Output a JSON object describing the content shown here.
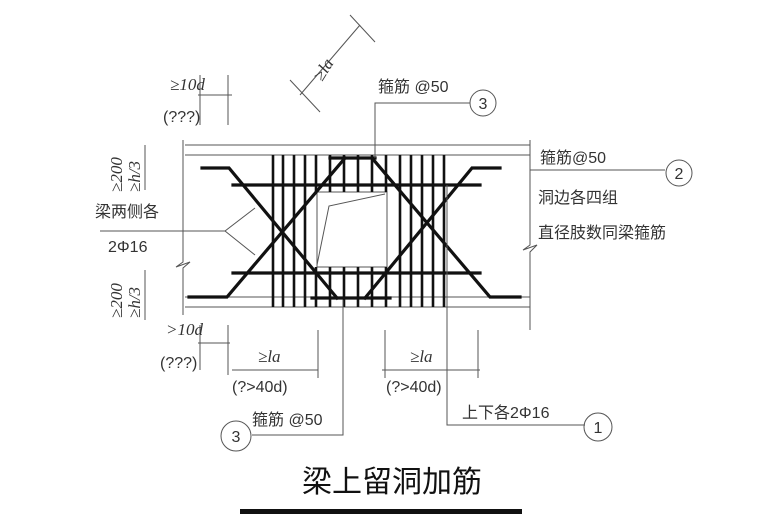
{
  "title": "梁上留洞加筋",
  "labels": {
    "anchor_top": "≥10d",
    "anchor_top_note": "(???)",
    "anchor_bottom": ">10d",
    "anchor_bottom_note": "(???)",
    "la_angle": "≥la",
    "la_left": "≥la",
    "la_left_note": "(?>40d)",
    "la_right": "≥la",
    "la_right_note": "(?>40d)",
    "h_top": "≥200",
    "h_top2": "≥h/3",
    "h_bot": "≥200",
    "h_bot2": "≥h/3",
    "side_bars_1": "梁两侧各",
    "side_bars_2": "2Φ16",
    "callout_3_top": "箍筋 @50",
    "callout_2_line1": "箍筋@50",
    "callout_2_line2": "洞边各四组",
    "callout_2_line3": "直径肢数同梁箍筋",
    "callout_3_bottom": "箍筋 @50",
    "callout_1": "上下各2Φ16"
  },
  "markers": {
    "m1": "1",
    "m2": "2",
    "m3_top": "3",
    "m3_bottom": "3"
  }
}
